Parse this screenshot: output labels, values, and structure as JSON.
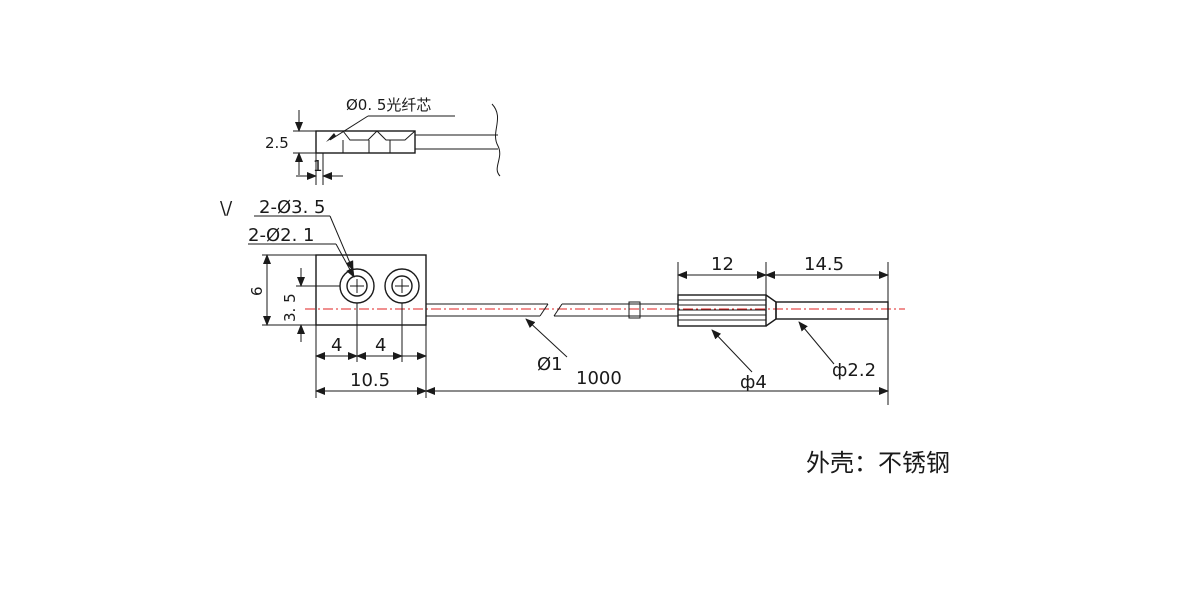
{
  "labels": {
    "core_note": "Ø0. 5光纤芯",
    "tip_height": "2.5",
    "tip_offset": "1",
    "hole_counterbore": "2-Ø3. 5",
    "hole_thru": "2-Ø2. 1",
    "body_height": "6",
    "axis_height": "3. 5",
    "hole_pitch_1": "4",
    "hole_pitch_2": "4",
    "body_length": "10.5",
    "fiber_dia": "Ø1",
    "fiber_length": "1000",
    "sleeve_length": "12",
    "tube_length": "14.5",
    "sleeve_dia": "ф4",
    "tube_dia": "ф2.2",
    "material": "外壳：不锈钢"
  },
  "colors": {
    "line": "#1a1a1a",
    "centerline": "#e02020"
  }
}
